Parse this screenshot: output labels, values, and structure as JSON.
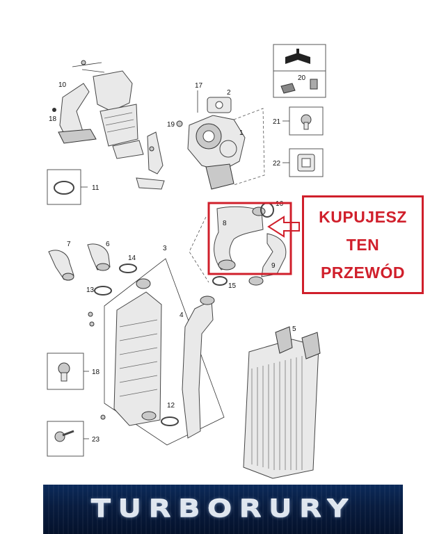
{
  "diagram": {
    "part_numbers": [
      "1",
      "2",
      "3",
      "4",
      "5",
      "6",
      "7",
      "8",
      "9",
      "10",
      "11",
      "12",
      "13",
      "14",
      "15",
      "16",
      "17",
      "18",
      "18",
      "19",
      "20",
      "21",
      "22",
      "23"
    ]
  },
  "promo": {
    "line1": "KUPUJESZ",
    "line2": "TEN",
    "line3": "PRZEWÓD",
    "color": "#d01f2b"
  },
  "banner": {
    "brand": "TURBORURY"
  }
}
